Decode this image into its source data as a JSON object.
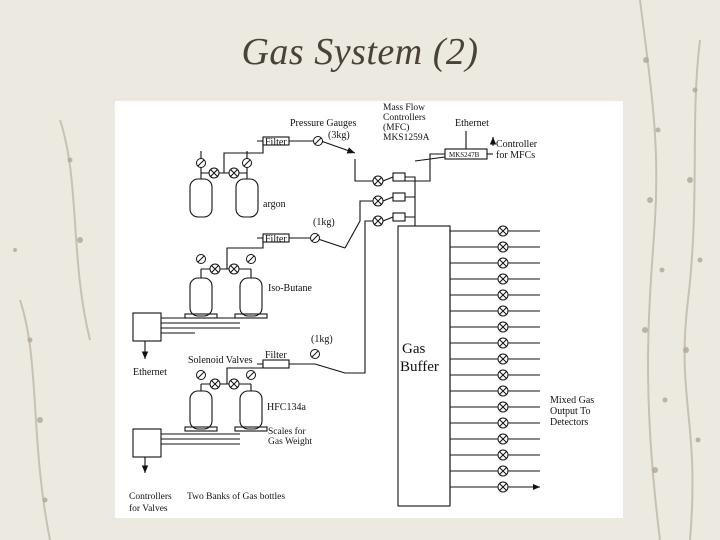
{
  "slide": {
    "title": "Gas System (2)"
  },
  "colors": {
    "background": "#ece9e1",
    "panel": "#ffffff",
    "ink": "#111111",
    "title": "#4a4238"
  },
  "diagram": {
    "labels": {
      "pressure_gauges": "Pressure Gauges",
      "p_3kg": "(3kg)",
      "p_1kg_a": "(1kg)",
      "p_1kg_b": "(1kg)",
      "filter_a": "Filter",
      "filter_b": "Filter",
      "filter_c": "Filter",
      "mfc_line1": "Mass Flow",
      "mfc_line2": "Controllers",
      "mfc_line3": "(MFC)",
      "mfc_line4": "MKS1259A",
      "ethernet_top": "Ethernet",
      "controller_line1": "Controller",
      "controller_line2": "for MFCs",
      "mks_box": "MKS247B",
      "argon": "argon",
      "isobutane": "Iso-Butane",
      "hfc": "HFC134a",
      "solenoid": "Solenoid Valves",
      "ethernet_left": "Ethernet",
      "scales_line1": "Scales for",
      "scales_line2": "Gas Weight",
      "gas_buffer_line1": "Gas",
      "gas_buffer_line2": "Buffer",
      "output_line1": "Mixed Gas",
      "output_line2": "Output To",
      "output_line3": "Detectors",
      "controllers_line1": "Controllers",
      "controllers_line2": "for Valves",
      "banks_label": "Two Banks of Gas bottles"
    }
  }
}
